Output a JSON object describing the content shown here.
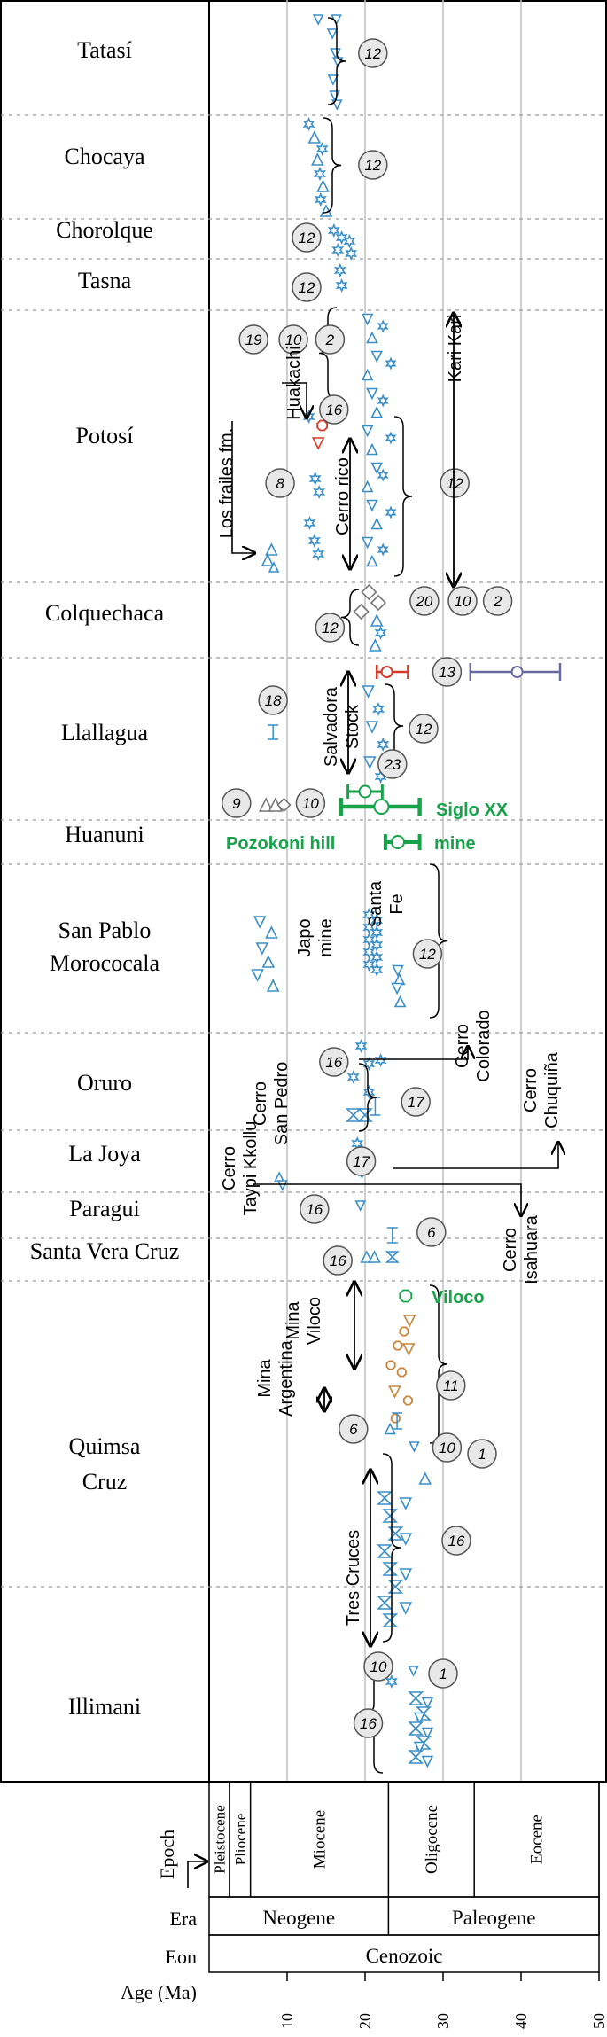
{
  "chart_data": {
    "type": "scatter",
    "x_axis": {
      "label": "Age (Ma)",
      "range": [
        0,
        50
      ],
      "ticks": [
        10,
        20,
        30,
        40,
        50
      ],
      "gridlines": [
        10,
        20,
        30,
        40
      ]
    },
    "rows": [
      {
        "name": "Tatasí"
      },
      {
        "name": "Chocaya"
      },
      {
        "name": "Chorolque"
      },
      {
        "name": "Tasna"
      },
      {
        "name": "Potosí"
      },
      {
        "name": "Colquechaca"
      },
      {
        "name": "Llallagua"
      },
      {
        "name": "Huanuni"
      },
      {
        "name": "San Pablo\nMorococala"
      },
      {
        "name": "Oruro"
      },
      {
        "name": "La Joya"
      },
      {
        "name": "Paragui"
      },
      {
        "name": "Santa Vera Cruz"
      },
      {
        "name": "Quimsa\nCruz"
      },
      {
        "name": "Illimani"
      }
    ],
    "refs": [
      {
        "label": "12",
        "x": 21
      },
      {
        "label": "12",
        "x": 21
      },
      {
        "label": "12",
        "x": 12.5
      },
      {
        "label": "12",
        "x": 12.5
      },
      {
        "label": "19",
        "x": 5.7
      },
      {
        "label": "10",
        "x": 10.8
      },
      {
        "label": "2",
        "x": 15.5
      },
      {
        "label": "16",
        "x": 16
      },
      {
        "label": "8",
        "x": 9.1
      },
      {
        "label": "12",
        "x": 31.5
      },
      {
        "label": "20",
        "x": 27.6
      },
      {
        "label": "10",
        "x": 32.5
      },
      {
        "label": "2",
        "x": 37
      },
      {
        "label": "12",
        "x": 15.5
      },
      {
        "label": "13",
        "x": 30.5
      },
      {
        "label": "18",
        "x": 8.2
      },
      {
        "label": "12",
        "x": 27.5
      },
      {
        "label": "23",
        "x": 23.5
      },
      {
        "label": "9",
        "x": 3.5
      },
      {
        "label": "10",
        "x": 13
      },
      {
        "label": "12",
        "x": 28
      },
      {
        "label": "16",
        "x": 16
      },
      {
        "label": "17",
        "x": 26.5
      },
      {
        "label": "17",
        "x": 19.5
      },
      {
        "label": "16",
        "x": 13.5
      },
      {
        "label": "6",
        "x": 28.5
      },
      {
        "label": "16",
        "x": 16.5
      },
      {
        "label": "11",
        "x": 31
      },
      {
        "label": "6",
        "x": 18.5
      },
      {
        "label": "10",
        "x": 30.5
      },
      {
        "label": "1",
        "x": 35
      },
      {
        "label": "16",
        "x": 31.7
      },
      {
        "label": "10",
        "x": 21.7
      },
      {
        "label": "1",
        "x": 30
      },
      {
        "label": "16",
        "x": 20.4
      }
    ],
    "annotations": [
      {
        "text": "Los frailes fm."
      },
      {
        "text": "Huakachi"
      },
      {
        "text": "Cerro rico"
      },
      {
        "text": "Kari Kari"
      },
      {
        "text": "Salvadora\nStock"
      },
      {
        "text": "Siglo XX"
      },
      {
        "text": "Pozokoni hill"
      },
      {
        "text": "mine"
      },
      {
        "text": "Japo\nmine"
      },
      {
        "text": "Santa\nFe"
      },
      {
        "text": "Cerro\nColorado"
      },
      {
        "text": "Cerro\nSan Pedro"
      },
      {
        "text": "Cerro\nChuquiña"
      },
      {
        "text": "Cerro\nTaypi Kkollu"
      },
      {
        "text": "Cerro\nIsahuara"
      },
      {
        "text": "Viloco"
      },
      {
        "text": "Mina\nViloco"
      },
      {
        "text": "Mina\nArgentina"
      },
      {
        "text": "Tres Cruces"
      }
    ],
    "timescale": {
      "epoch_label": "Epoch",
      "era_label": "Era",
      "eon_label": "Eon",
      "epochs": [
        {
          "name": "Pleistocene",
          "from": 0,
          "to": 2.6
        },
        {
          "name": "Pliocene",
          "from": 2.6,
          "to": 5.3
        },
        {
          "name": "Miocene",
          "from": 5.3,
          "to": 23
        },
        {
          "name": "Oligocene",
          "from": 23,
          "to": 34
        },
        {
          "name": "Eocene",
          "from": 34,
          "to": 50
        }
      ],
      "eras": [
        {
          "name": "Neogene",
          "from": 0,
          "to": 23
        },
        {
          "name": "Paleogene",
          "from": 23,
          "to": 50
        }
      ],
      "eons": [
        {
          "name": "Cenozoic",
          "from": 0,
          "to": 50
        }
      ]
    },
    "colors": {
      "blue": "#3a8fc9",
      "green": "#17a34a",
      "red": "#d63a2a",
      "purple": "#6b6aa0",
      "orange": "#c9863a",
      "dark": "#1d4f7a",
      "grid": "#bfbfbf"
    }
  }
}
